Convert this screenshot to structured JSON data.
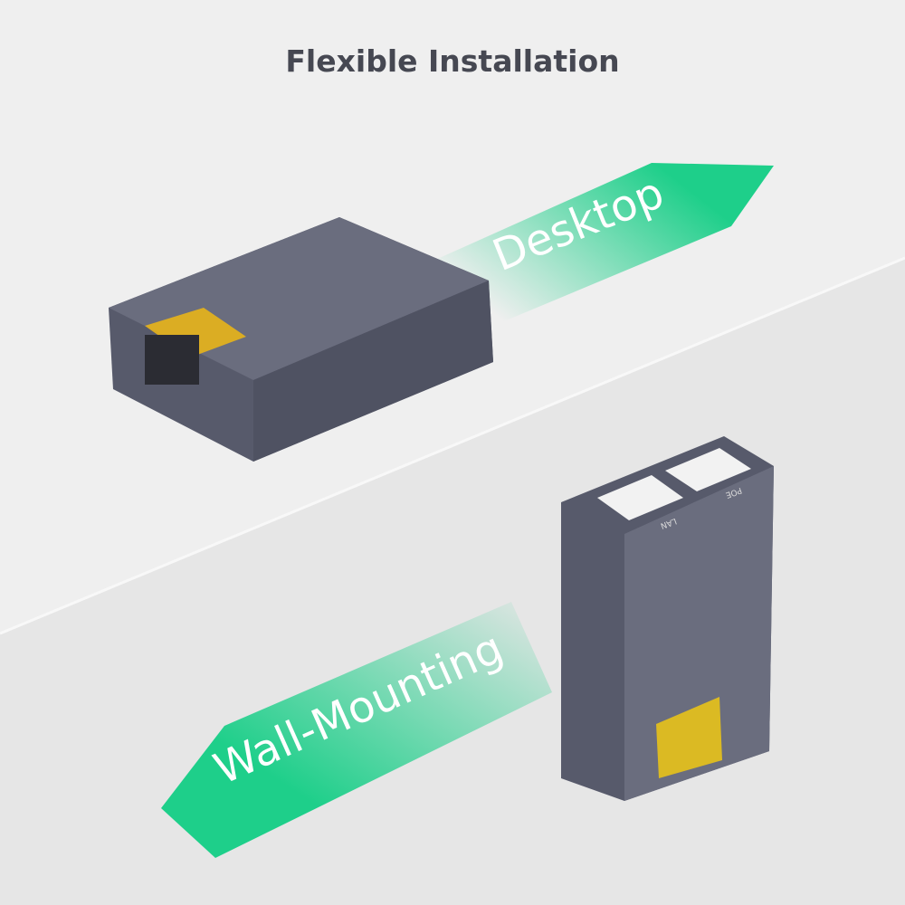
{
  "title": "Flexible Installation",
  "arrows": {
    "desktop": "Desktop",
    "wall": "Wall-Mounting"
  },
  "device_labels": {
    "poe": "POE",
    "lan": "LAN"
  },
  "colors": {
    "accent_green": "#1ecf8a",
    "device_gray": "#5b5e6f",
    "terminal_yellow": "#e8b41a",
    "title_text": "#464852"
  }
}
